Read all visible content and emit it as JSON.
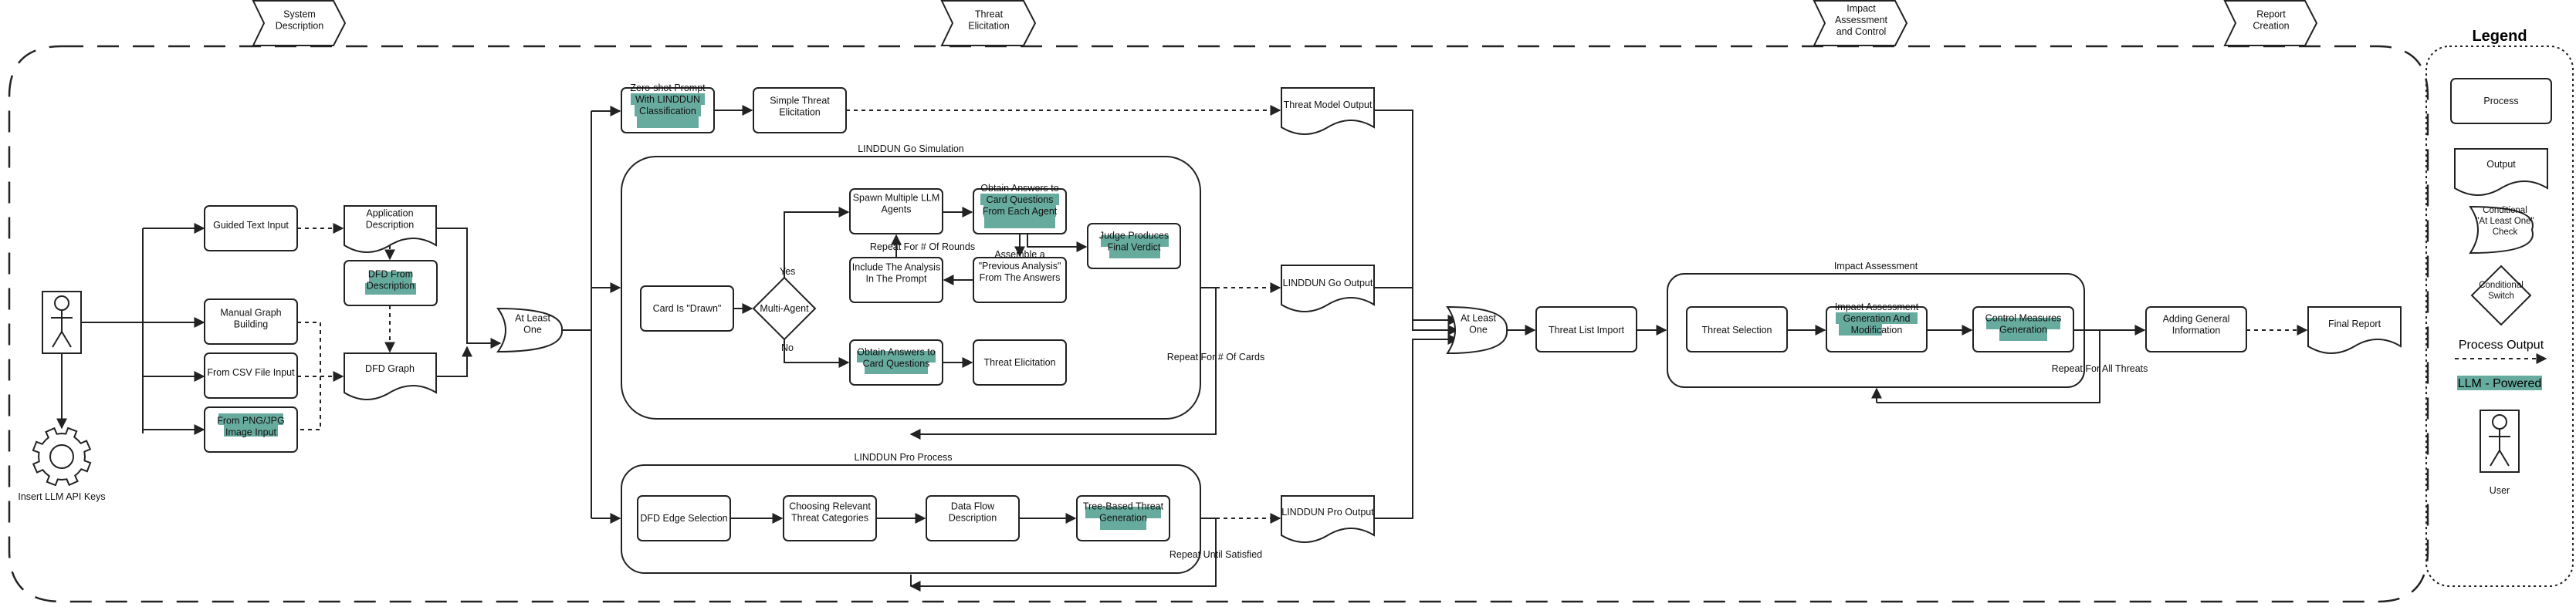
{
  "stages": [
    "System\nDescription",
    "Threat\nElicitation",
    "Impact\nAssessment\nand Control",
    "Report\nCreation"
  ],
  "legend": {
    "title": "Legend",
    "process": "Process",
    "output": "Output",
    "conditional": "Conditional\n\"At Least One\"\nCheck",
    "switch": "Conditional\nSwitch",
    "process_output": "Process Output",
    "llm": "LLM - Powered",
    "user": "User"
  },
  "nodes": {
    "api_keys": "Insert LLM API Keys",
    "guided": "Guided Text Input",
    "manual": "Manual Graph\nBuilding",
    "csv": "From CSV File Input",
    "png": "From PNG/JPG\nImage Input",
    "app_desc": "Application\nDescription",
    "dfd_from_desc": "DFD From\nDescription",
    "dfd_graph": "DFD Graph",
    "or1": "At Least\nOne",
    "zero_shot": "Zero-shot Prompt\nWith LINDDUN\nClassification",
    "simple": "Simple Threat\nElicitation",
    "tm_output": "Threat Model Output",
    "go_title": "LINDDUN Go Simulation",
    "card": "Card Is \"Drawn\"",
    "multi": "Multi-Agent",
    "yes": "Yes",
    "no": "No",
    "spawn": "Spawn Multiple LLM\nAgents",
    "obtain_each": "Obtain Answers to\nCard Questions\nFrom Each Agent",
    "judge": "Judge Produces\nFinal Verdict",
    "repeat_rounds": "Repeat For # Of Rounds",
    "include": "Include The Analysis\nIn The Prompt",
    "assemble": "Assemble a\n\"Previous Analysis\"\nFrom The Answers",
    "obtain": "Obtain Answers to\nCard Questions",
    "threat_elic": "Threat Elicitation",
    "go_output": "LINDDUN Go Output",
    "repeat_cards": "Repeat For # Of Cards",
    "pro_title": "LINDDUN Pro Process",
    "edge": "DFD Edge Selection",
    "choosing": "Choosing Relevant\nThreat Categories",
    "dataflow": "Data Flow\nDescription",
    "tree": "Tree-Based Threat\nGeneration",
    "pro_output": "LINDDUN Pro Output",
    "repeat_satisfied": "Repeat Until Satisfied",
    "or2": "At Least\nOne",
    "import": "Threat List Import",
    "impact_title": "Impact Assessment",
    "selection": "Threat Selection",
    "impact_gen": "Impact Assessment\nGeneration And\nModification",
    "control": "Control Measures\nGeneration",
    "repeat_threats": "Repeat For All Threats",
    "general": "Adding General\nInformation",
    "final": "Final Report"
  },
  "colors": {
    "llm_highlight": "#67AB9F",
    "stroke": "#222222"
  }
}
